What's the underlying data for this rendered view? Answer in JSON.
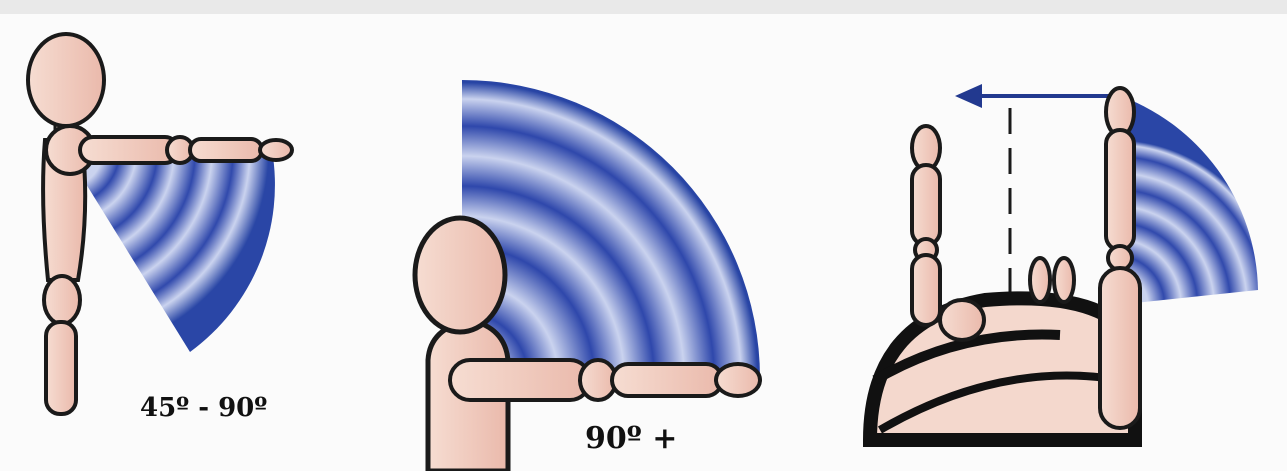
{
  "header_text": "",
  "panels": [
    {
      "id": "flexion-low",
      "label": "45º - 90º"
    },
    {
      "id": "flexion-high",
      "label": "90º +"
    },
    {
      "id": "lateral",
      "label": ""
    }
  ],
  "colors": {
    "background": "#fbfbfb",
    "skin": "#f3cfc2",
    "skin_shade": "#e7a99d",
    "outline": "#1a1a1a",
    "arc_light": "#b8c4e6",
    "arc_dark": "#1f3da1",
    "arrow": "#22398f",
    "shirt": "#111111"
  },
  "icons": [
    "arrow-left-icon",
    "dashed-guide-line"
  ]
}
